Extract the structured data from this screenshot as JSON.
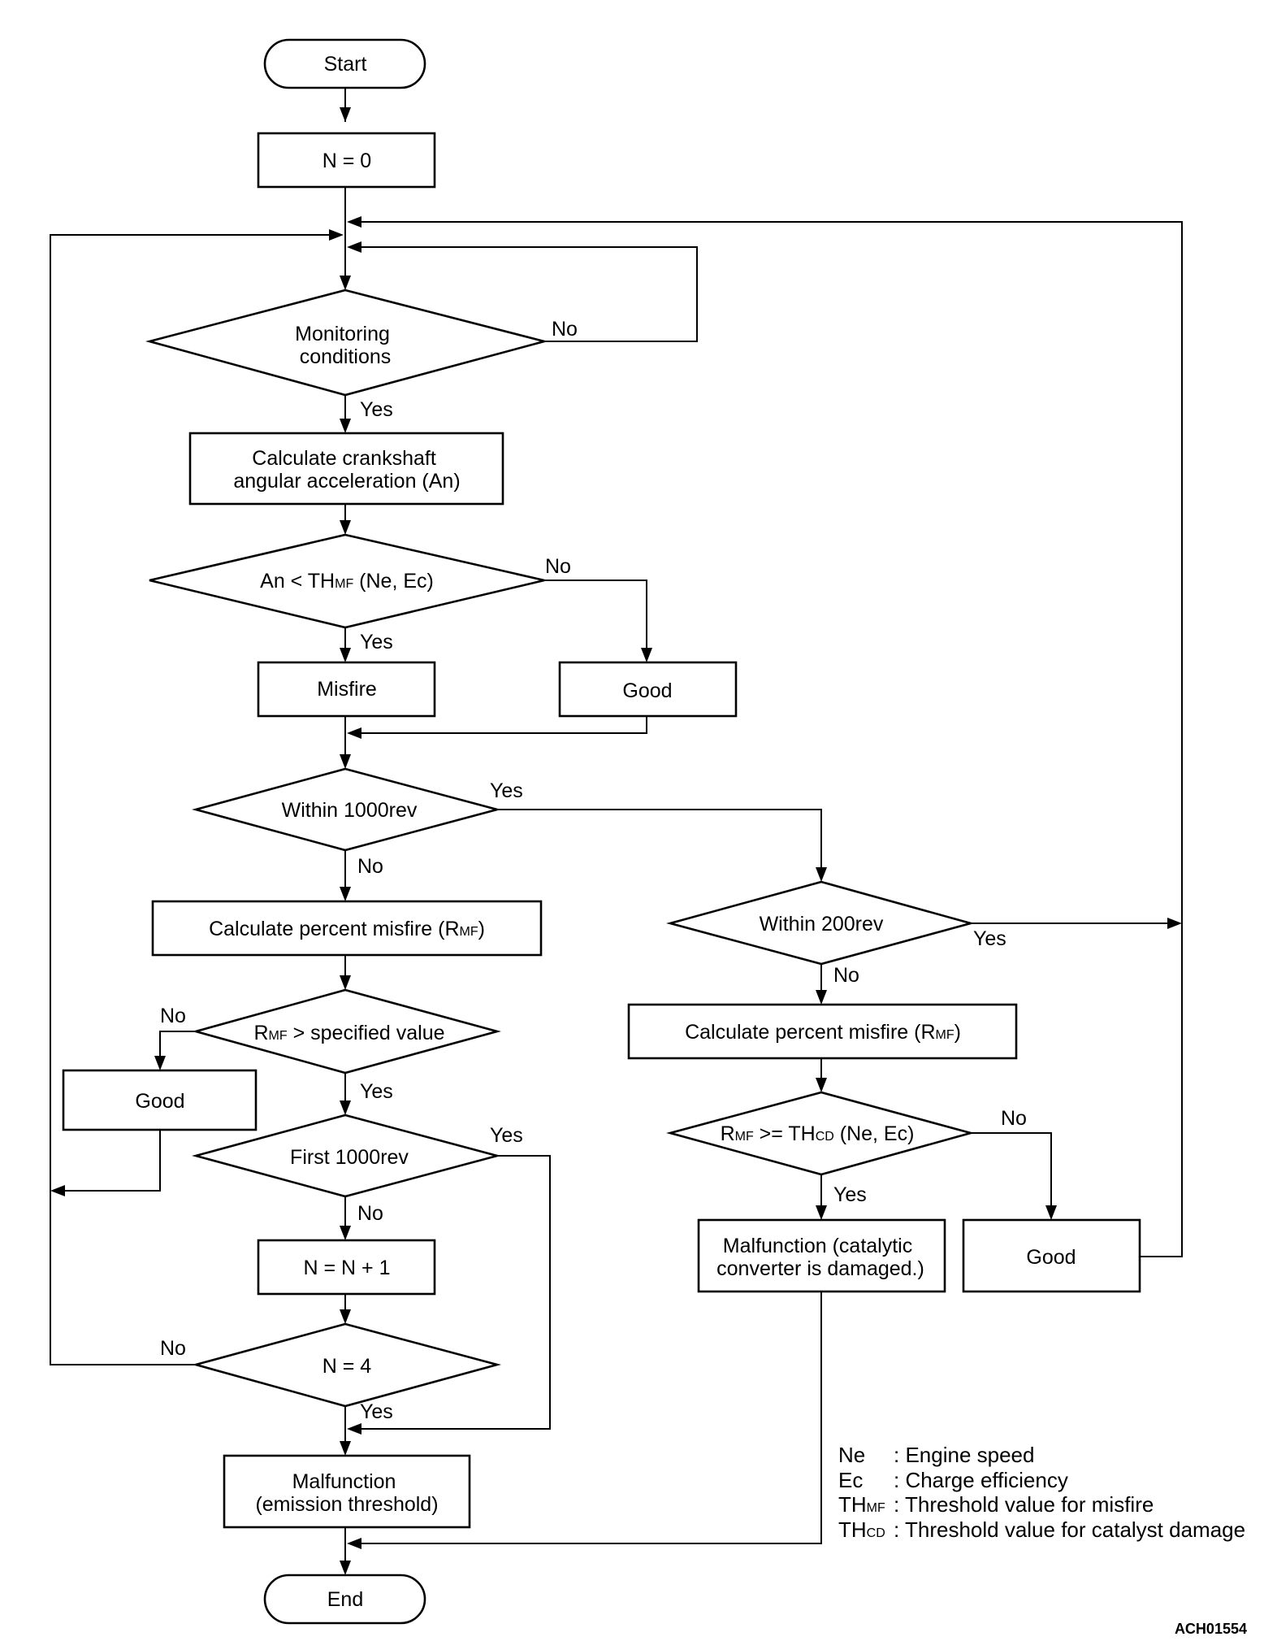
{
  "nodes": {
    "start": "Start",
    "init": "N = 0",
    "monitoring": [
      "Monitoring",
      "conditions"
    ],
    "calc_accel": [
      "Calculate crankshaft",
      "angular acceleration (An)"
    ],
    "an_check": {
      "pre": "An < TH",
      "sub": "MF",
      "post": " (Ne, Ec)"
    },
    "misfire": "Misfire",
    "good_1": "Good",
    "within_1000": "Within 1000rev",
    "calc_rmf_left": {
      "pre": "Calculate percent misfire (R",
      "sub": "MF",
      "post": ")"
    },
    "rmf_check": {
      "pre": "R",
      "sub": "MF",
      "post": " > specified value"
    },
    "good_2": "Good",
    "first_1000": "First 1000rev",
    "increment": "N = N + 1",
    "n_equals_4": "N = 4",
    "malfunction_emission": [
      "Malfunction",
      "(emission threshold)"
    ],
    "end": "End",
    "within_200": "Within 200rev",
    "calc_rmf_right": {
      "pre": "Calculate percent misfire (R",
      "sub": "MF",
      "post": ")"
    },
    "thcd_check": {
      "pre1": "R",
      "sub1": "MF",
      "mid": " >= TH",
      "sub2": "CD",
      "post": " (Ne, Ec)"
    },
    "malfunction_catalytic": [
      "Malfunction (catalytic",
      "converter is damaged.)"
    ],
    "good_3": "Good"
  },
  "edge_labels": {
    "monitoring_no": "No",
    "monitoring_yes": "Yes",
    "an_no": "No",
    "an_yes": "Yes",
    "within_1000_yes": "Yes",
    "within_1000_no": "No",
    "rmf_no": "No",
    "rmf_yes": "Yes",
    "first_1000_yes": "Yes",
    "first_1000_no": "No",
    "n4_no": "No",
    "n4_yes": "Yes",
    "within_200_yes": "Yes",
    "within_200_no": "No",
    "thcd_no": "No",
    "thcd_yes": "Yes"
  },
  "legend": [
    {
      "term": "Ne",
      "term_sub": "",
      "desc": ": Engine speed"
    },
    {
      "term": "Ec",
      "term_sub": "",
      "desc": ": Charge efficiency"
    },
    {
      "term": "TH",
      "term_sub": "MF",
      "desc": ": Threshold value for misfire"
    },
    {
      "term": "TH",
      "term_sub": "CD",
      "desc": ": Threshold value for catalyst damage"
    }
  ],
  "figure_code": "ACH01554"
}
